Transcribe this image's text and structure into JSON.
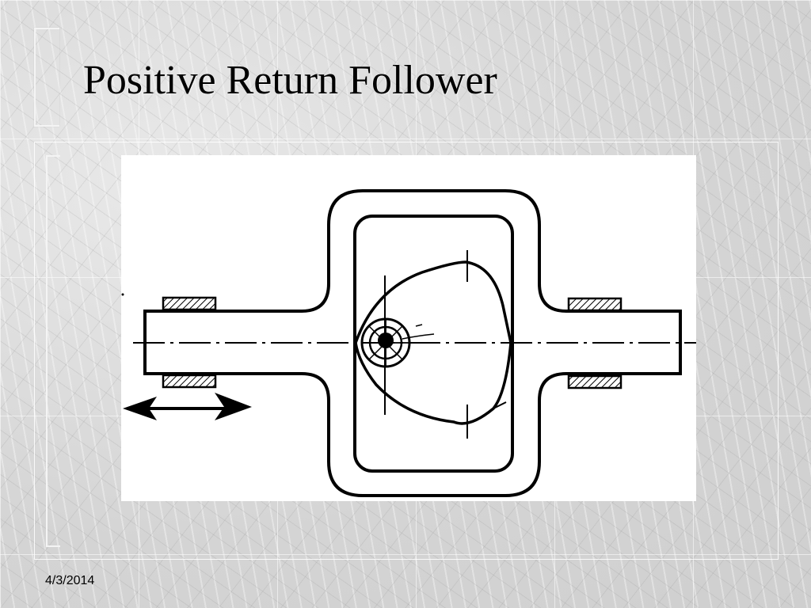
{
  "slide": {
    "title": "Positive Return Follower",
    "date": "4/3/2014"
  },
  "figure": {
    "description_icon": "cam-follower-diagram"
  },
  "colors": {
    "line": "#000000",
    "figure_background": "#ffffff"
  }
}
